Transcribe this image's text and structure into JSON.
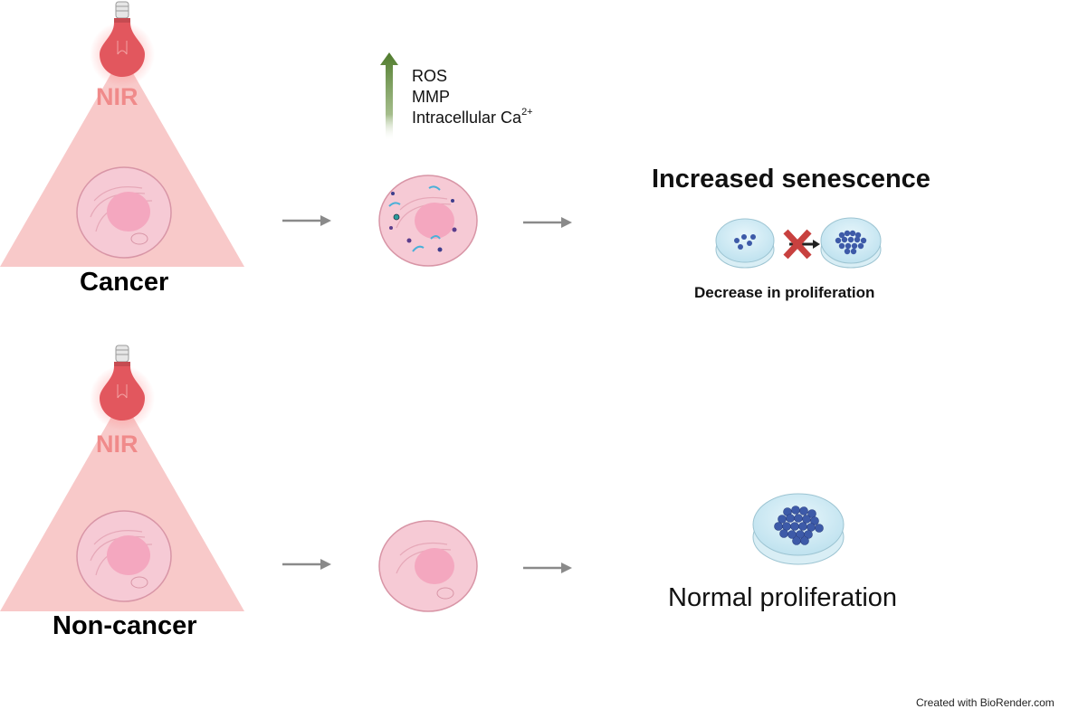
{
  "rows": [
    {
      "light_label": "NIR",
      "group_label": "Cancer"
    },
    {
      "light_label": "NIR",
      "group_label": "Non-cancer"
    }
  ],
  "effects": {
    "direction": "increase",
    "items": [
      "ROS",
      "MMP",
      "Intracellular Ca"
    ],
    "superscript": "2+"
  },
  "outcomes": {
    "cancer_title": "Increased senescence",
    "cancer_subtitle": "Decrease in proliferation",
    "noncancer_title": "Normal proliferation"
  },
  "credit": "Created with BioRender.com",
  "colors": {
    "beam": "#f7c4c4",
    "cell": "#f6cad5",
    "nucleus": "#f4a7bf",
    "arrow_gray": "#8a8a8a",
    "up_arrow": "#4e7a2b",
    "bulb": "#e2575e",
    "cross": "#c8413f"
  }
}
